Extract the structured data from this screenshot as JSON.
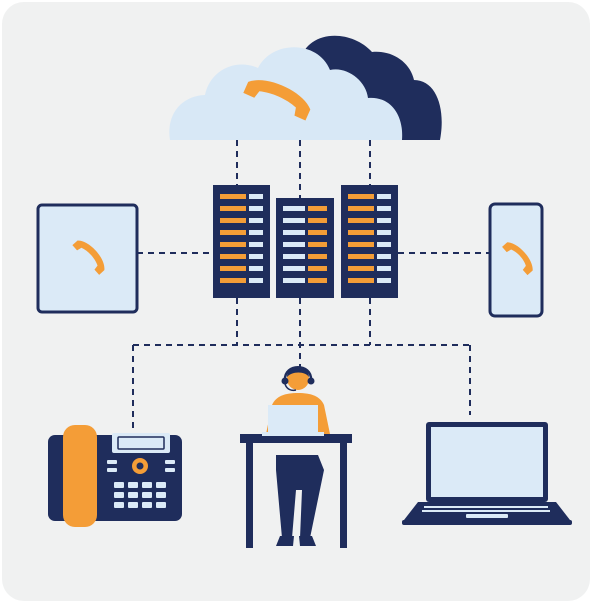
{
  "diagram": {
    "nodes": [
      {
        "id": "cloud",
        "icon": "cloud-phone-icon"
      },
      {
        "id": "server-left",
        "icon": "server-rack-icon"
      },
      {
        "id": "server-center",
        "icon": "server-rack-icon"
      },
      {
        "id": "server-right",
        "icon": "server-rack-icon"
      },
      {
        "id": "tablet",
        "icon": "tablet-phone-icon"
      },
      {
        "id": "smartphone",
        "icon": "smartphone-phone-icon"
      },
      {
        "id": "desk-phone",
        "icon": "desk-phone-icon"
      },
      {
        "id": "agent",
        "icon": "call-center-agent-icon"
      },
      {
        "id": "laptop",
        "icon": "laptop-icon"
      }
    ],
    "connections": [
      [
        "cloud",
        "server-left"
      ],
      [
        "cloud",
        "server-center"
      ],
      [
        "cloud",
        "server-right"
      ],
      [
        "server-left",
        "tablet"
      ],
      [
        "server-right",
        "smartphone"
      ],
      [
        "server-left",
        "desk-phone"
      ],
      [
        "server-center",
        "agent"
      ],
      [
        "server-right",
        "laptop"
      ]
    ]
  },
  "colors": {
    "background": "#f0f1f1",
    "navy": "#1f2d5c",
    "orange": "#f49d37",
    "light_blue": "#dbeaf7",
    "cloud_light": "#d8e8f6"
  }
}
